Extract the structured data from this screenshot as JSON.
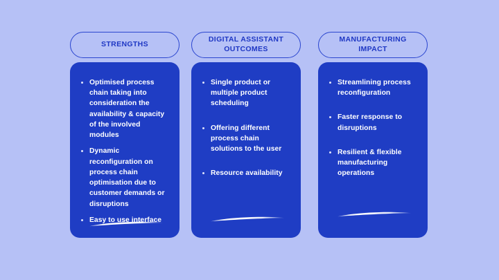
{
  "theme": {
    "background_color": "#b6c1f6",
    "card_color": "#1f3dc4",
    "accent_color": "#1e37c4",
    "pill_border_color": "#2a45cf",
    "bullet_text_color": "#ffffff",
    "bullet_marker_color": "#dfe4fb",
    "swoosh_color": "#ffffff"
  },
  "columns": [
    {
      "id": "strengths",
      "header": "STRENGTHS",
      "bullets": [
        "Optimised process chain taking into consideration the availability & capacity of the involved modules",
        "Dynamic reconfiguration on process chain optimisation due to customer demands or disruptions",
        "Easy to use interface"
      ],
      "decoration": "swoosh-accent"
    },
    {
      "id": "digital-assistant-outcomes",
      "header": "DIGITAL ASSISTANT\nOUTCOMES",
      "bullets": [
        "Single product or multiple product scheduling",
        "Offering different process chain solutions to the user",
        "Resource availability"
      ],
      "decoration": "swoosh-accent"
    },
    {
      "id": "manufacturing-impact",
      "header": "MANUFACTURING\nIMPACT",
      "bullets": [
        "Streamlining process reconfiguration",
        "Faster response to disruptions",
        "Resilient & flexible manufacturing operations"
      ],
      "decoration": "swoosh-accent"
    }
  ]
}
